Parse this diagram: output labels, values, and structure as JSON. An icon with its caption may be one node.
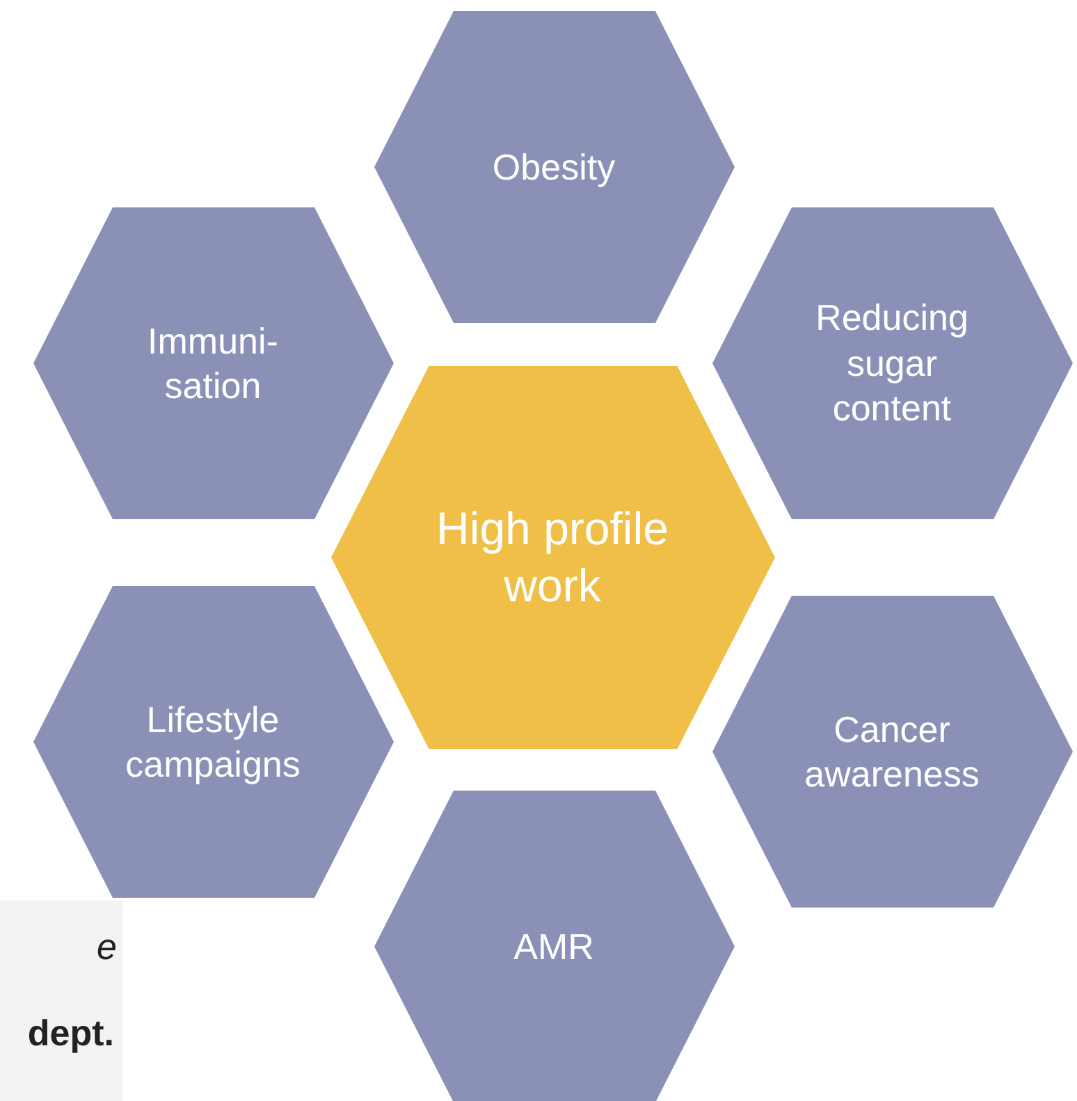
{
  "diagram": {
    "nodes": [
      {
        "text": [
          "Obesity"
        ]
      },
      {
        "text": [
          "Immuni- sation"
        ]
      },
      {
        "text": [
          "Reducing sugar content"
        ]
      },
      {
        "text": [
          "High profile work"
        ]
      },
      {
        "text": [
          "Lifestyle campaigns"
        ]
      },
      {
        "text": [
          "Cancer awareness"
        ]
      },
      {
        "text": [
          "AMR"
        ]
      },
      {
        "text": [
          "e",
          "dept."
        ]
      }
    ]
  }
}
